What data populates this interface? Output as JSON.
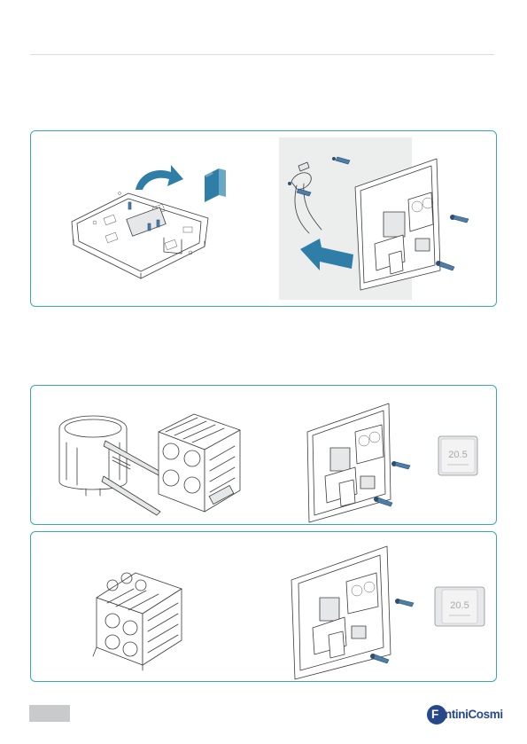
{
  "thermostat": {
    "display_top": "20.5",
    "display_bottom": "20.5"
  },
  "brand": {
    "logo_first_letter": "F",
    "logo_rest": "antiniCosmi",
    "logo_color": "#27498a"
  },
  "colors": {
    "panel_border": "#3aa7b9",
    "arrow": "#2f7ea7",
    "page_tab": "#c9cacb"
  },
  "icons": [
    "rotate-arrow-icon",
    "insert-arrow-icon",
    "screw-icon"
  ]
}
